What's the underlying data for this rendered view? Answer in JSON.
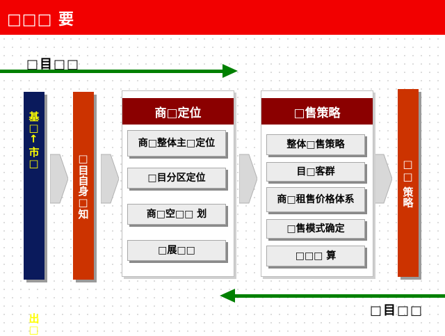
{
  "header": {
    "title": "□□□ 要"
  },
  "flows": {
    "top_label": "□目□□",
    "bottom_label": "□目□□"
  },
  "left_bar": {
    "line1": "基□←   市□",
    "line2": "出□"
  },
  "second_bar": {
    "label": "□目自身□知"
  },
  "panel1": {
    "title": "商□定位",
    "items": [
      "商□整体主□定位",
      "□目分区定位",
      "商□空□□ 划",
      "□展□□"
    ]
  },
  "panel2": {
    "title": "□售策略",
    "items": [
      "整体□售策略",
      "目□客群",
      "商□租售价格体系",
      "□售模式确定",
      "□□□ 算"
    ]
  },
  "right_bar": {
    "label": "□□ 策略"
  },
  "colors": {
    "title_red": "#f20000",
    "navy": "#0a1a5c",
    "orange_red": "#cc3300",
    "dark_red": "#8b0000",
    "green": "#008000",
    "yellow": "#ffff00"
  }
}
